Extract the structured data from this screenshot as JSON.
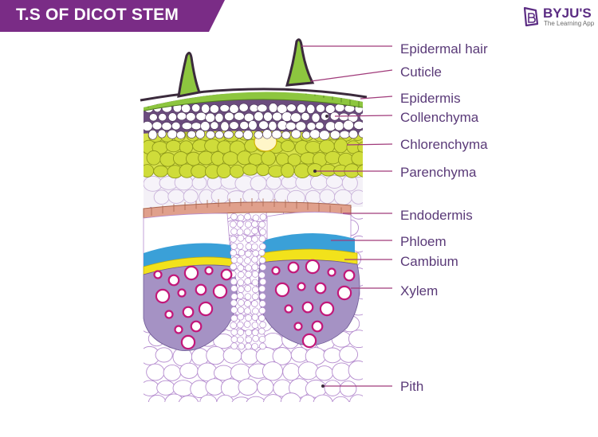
{
  "header": {
    "title": "T.S OF DICOT STEM",
    "banner_color": "#7a2c86"
  },
  "logo": {
    "name": "BYJU'S",
    "tagline": "The Learning App",
    "brand_color": "#5b2c83"
  },
  "labels": [
    {
      "text": "Epidermal hair"
    },
    {
      "text": "Cuticle"
    },
    {
      "text": "Epidermis"
    },
    {
      "text": "Collenchyma"
    },
    {
      "text": "Chlorenchyma"
    },
    {
      "text": "Parenchyma"
    },
    {
      "text": "Endodermis"
    },
    {
      "text": "Phloem"
    },
    {
      "text": "Cambium"
    },
    {
      "text": "Xylem"
    },
    {
      "text": "Pith"
    }
  ],
  "colors": {
    "epidermis": "#8dc63f",
    "collenchyma": "#6b4c7e",
    "chlorenchyma": "#c8d630",
    "endodermis": "#e0a08c",
    "phloem": "#3aa0d8",
    "cambium": "#f2e21b",
    "xylem": "#a592c4",
    "xylem_vessel": "#c2187a",
    "cell_outline": "#b58ccf",
    "leader_line": "#a03a7a"
  }
}
